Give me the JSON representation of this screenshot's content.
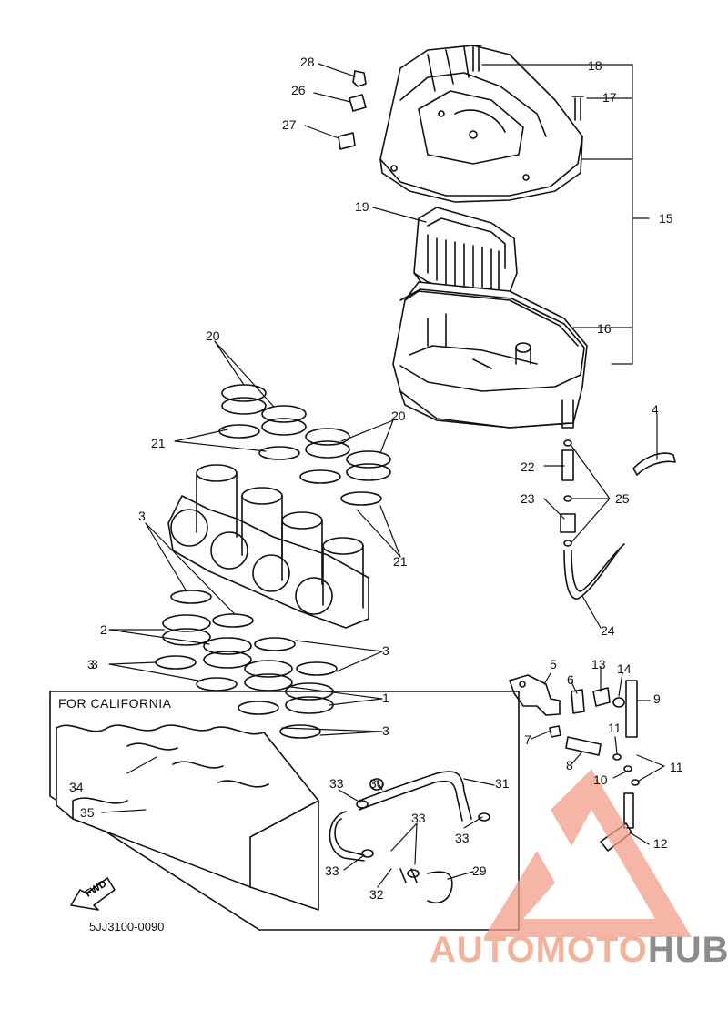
{
  "diagram": {
    "callouts": [
      "1",
      "2",
      "3",
      "3",
      "3",
      "3",
      "3",
      "4",
      "5",
      "6",
      "7",
      "8",
      "9",
      "10",
      "11",
      "11",
      "12",
      "13",
      "14",
      "15",
      "16",
      "17",
      "18",
      "19",
      "20",
      "20",
      "21",
      "21",
      "22",
      "23",
      "24",
      "25",
      "26",
      "27",
      "28",
      "29",
      "30",
      "31",
      "32",
      "33",
      "33",
      "33",
      "33",
      "34",
      "35"
    ],
    "california_label": "FOR CALIFORNIA",
    "fwd_label": "FWD",
    "diagram_code": "5JJ3100-0090"
  },
  "watermark": {
    "part_a": "AUTOMOTO",
    "part_b": "HUB",
    "color_a": "#f2b39a",
    "color_b": "#8c8c8c"
  }
}
